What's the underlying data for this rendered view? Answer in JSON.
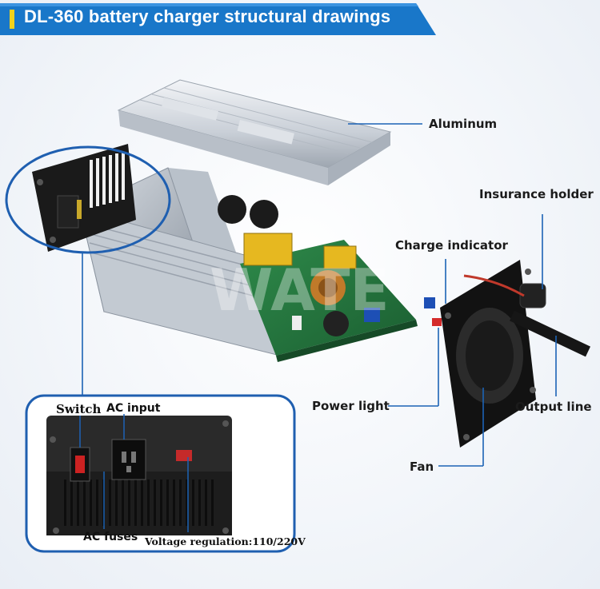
{
  "header": {
    "title": "DL-360 battery charger structural drawings",
    "accent_bar_color": "#f2d21a",
    "banner_color": "#1977c9"
  },
  "watermark": "WATE",
  "callouts": {
    "aluminum": "Aluminum",
    "insurance_holder": "Insurance holder",
    "charge_indicator": "Charge indicator",
    "power_light": "Power light",
    "output_line": "Output line",
    "fan": "Fan"
  },
  "inset": {
    "switch": "Switch",
    "ac_input": "AC input",
    "ac_fuses": "AC fuses",
    "voltage_regulation": "Voltage regulation:110/220V"
  },
  "colors": {
    "leader_line": "#1c63b5",
    "inset_border": "#1f5fb0"
  }
}
